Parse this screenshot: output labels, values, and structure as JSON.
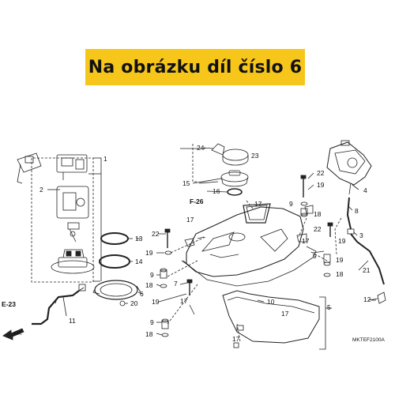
{
  "banner": {
    "text": "Na obrázku díl číslo 6"
  },
  "diagram": {
    "part_numbers": [
      "1",
      "2",
      "3",
      "4",
      "5",
      "6",
      "7",
      "8",
      "9",
      "10",
      "11",
      "12",
      "13",
      "14",
      "15",
      "16",
      "17",
      "18",
      "19",
      "20",
      "21",
      "22",
      "23",
      "24"
    ],
    "section_refs": [
      "F-26",
      "E-23"
    ],
    "direction_label": "FR.",
    "code": "MKTEF2100A"
  },
  "colors": {
    "banner": "#f7c61a",
    "line": "#222222"
  }
}
